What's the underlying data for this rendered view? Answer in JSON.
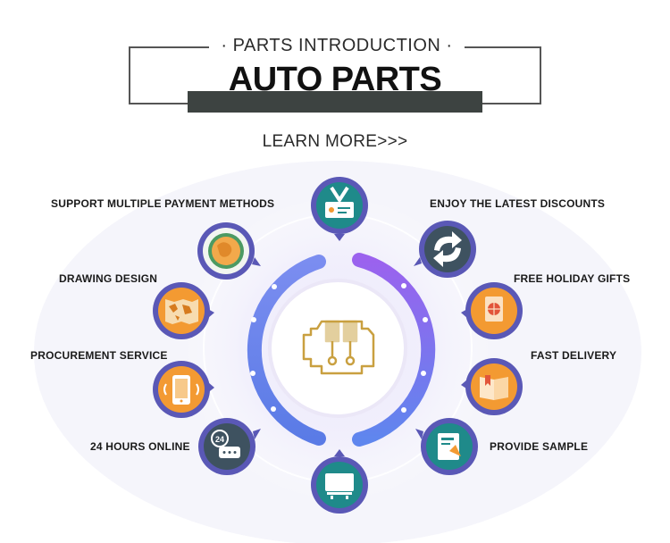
{
  "header": {
    "subtitle": "· PARTS INTRODUCTION ·",
    "title": "AUTO PARTS",
    "learn_more": "LEARN MORE>>>"
  },
  "features": {
    "payment": "SUPPORT MULTIPLE PAYMENT METHODS",
    "drawing": "DRAWING DESIGN",
    "procurement": "PROCUREMENT SERVICE",
    "online": "24 HOURS ONLINE",
    "discounts": "ENJOY THE LATEST DISCOUNTS",
    "gifts": "FREE HOLIDAY GIFTS",
    "delivery": "FAST DELIVERY",
    "sample": "PROVIDE SAMPLE"
  },
  "icons": {
    "top": "id-card-icon",
    "payment": "globe-coin-icon",
    "drawing": "world-map-icon",
    "procurement": "smartphone-icon",
    "online": "chat-24-icon",
    "bottom": "monitor-icon",
    "discounts": "refresh-arrows-icon",
    "gifts": "gift-globe-icon",
    "delivery": "open-book-icon",
    "sample": "document-icon",
    "center": "engine-icon"
  },
  "colors": {
    "ring_blue": "#5b7ee5",
    "ring_purple": "#8b5cf6",
    "teal": "#1f8a8a",
    "orange": "#f39a32",
    "dark_slate": "#3e5260",
    "engine_gold": "#c9a040"
  }
}
